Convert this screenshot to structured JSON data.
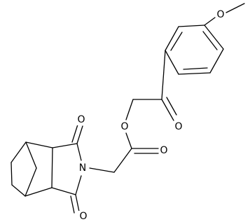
{
  "atoms": {
    "methoxy_oxygen": "O",
    "ketone_oxygen": "O",
    "ester_oxygen": "O",
    "ester_carbonyl_oxygen": "O",
    "imide_oxygen_top": "O",
    "imide_nitrogen": "N",
    "imide_oxygen_bottom": "O"
  }
}
